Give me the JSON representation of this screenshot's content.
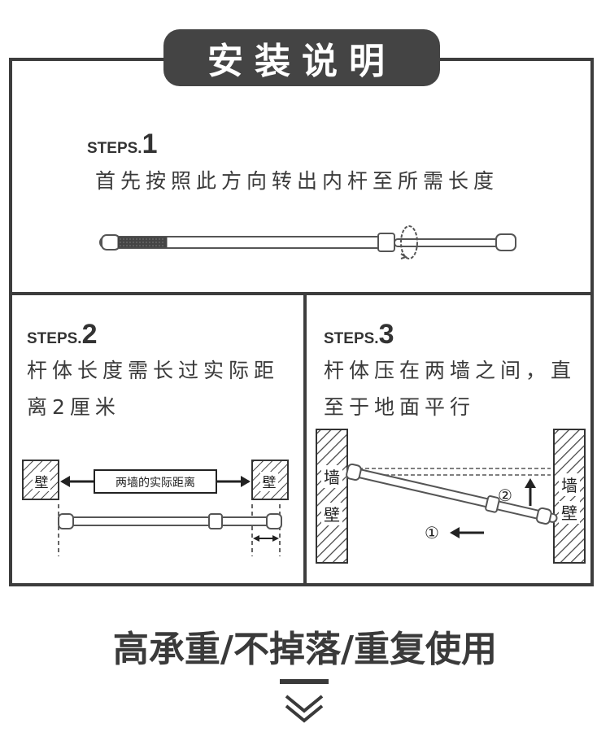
{
  "title": "安装说明",
  "steps": [
    {
      "label": "STEPS.",
      "number": "1",
      "text": "首先按照此方向转出内杆至所需长度"
    },
    {
      "label": "STEPS.",
      "number": "2",
      "line1": "杆体长度需长过实际距",
      "line2": "离2厘米"
    },
    {
      "label": "STEPS.",
      "number": "3",
      "line1": "杆体压在两墙之间，直",
      "line2": "至于地面平行"
    }
  ],
  "diagram2": {
    "wall_left": "壁",
    "wall_right": "壁",
    "distance_label": "两墙的实际距离"
  },
  "diagram3": {
    "wall_left_1": "墙",
    "wall_left_2": "壁",
    "wall_right_1": "墙",
    "wall_right_2": "壁",
    "marker_1": "①",
    "marker_2": "②"
  },
  "slogan": "高承重/不掉落/重复使用",
  "icons": {
    "scroll_down": "double-chevron-down-icon"
  }
}
